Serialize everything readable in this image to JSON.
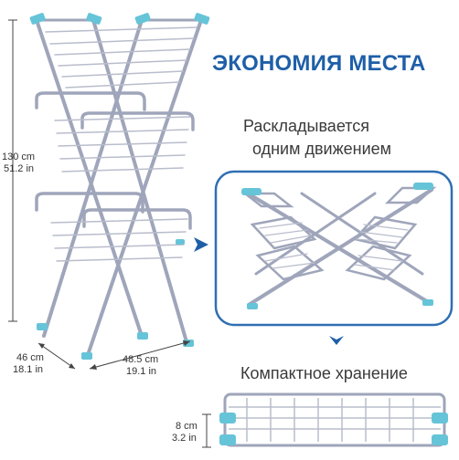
{
  "headline": "ЭКОНОМИЯ МЕСТА",
  "folding": {
    "line1": "Раскладывается",
    "line2": "одним движением"
  },
  "compact": {
    "label": "Компактное хранение",
    "height_cm": "8 cm",
    "height_in": "3.2 in"
  },
  "dimensions": {
    "height_cm": "130 cm",
    "height_in": "51.2 in",
    "depth_cm": "46 cm",
    "depth_in": "18.1 in",
    "width_cm": "48.5 cm",
    "width_in": "19.1 in"
  },
  "colors": {
    "accent_blue": "#1f5fa8",
    "frame_border": "#2f6fb3",
    "rack_silver": "#a9aec2",
    "rack_teal": "#66c4d8",
    "arrow_blue": "#1f5fa8"
  }
}
